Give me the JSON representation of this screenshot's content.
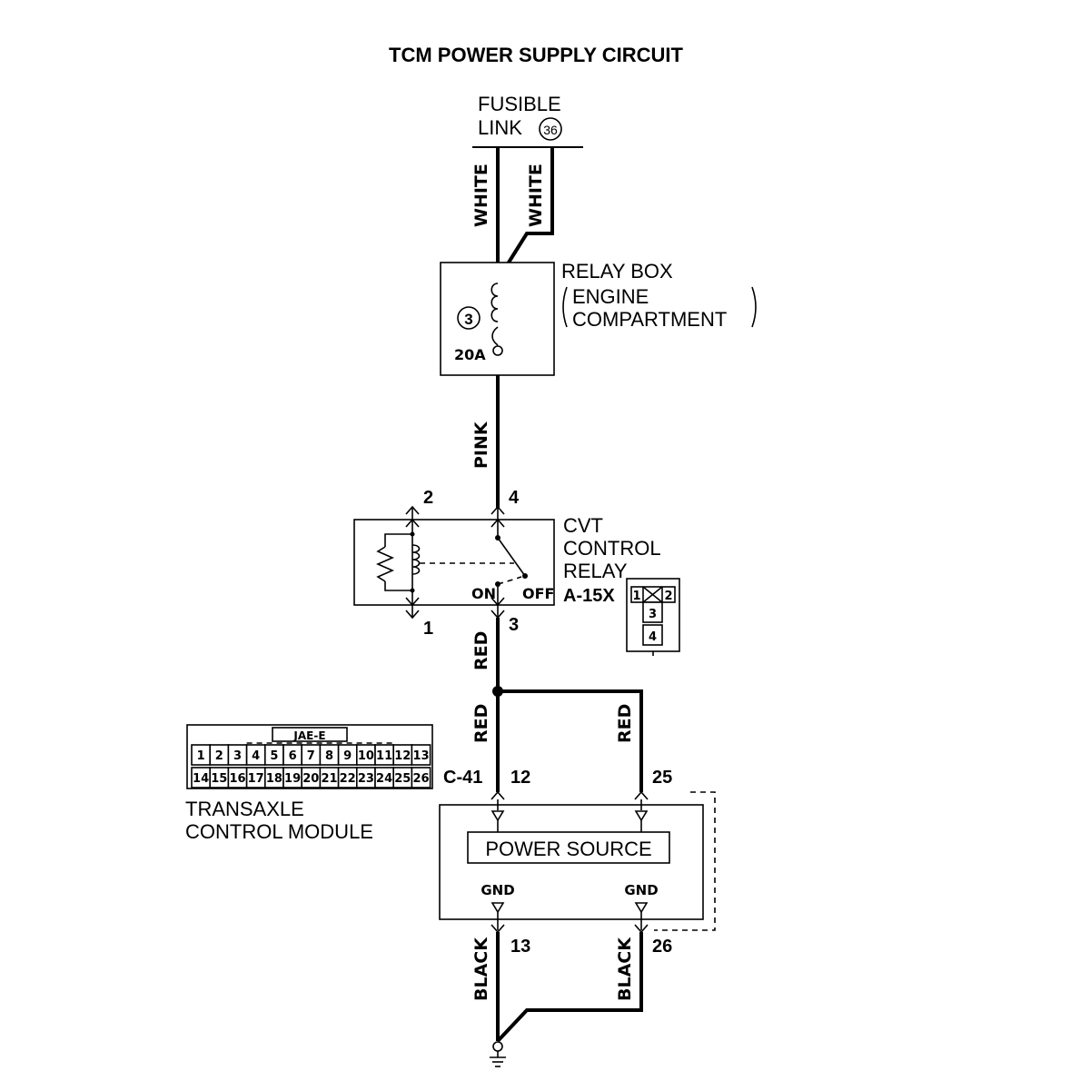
{
  "title": "TCM POWER SUPPLY CIRCUIT",
  "fusible_link": {
    "line1": "FUSIBLE",
    "line2": "LINK",
    "number": "36"
  },
  "wires": {
    "white_left": "WHITE",
    "white_right": "WHITE",
    "pink": "PINK",
    "red_main": "RED",
    "red_left": "RED",
    "red_right": "RED",
    "black_left": "BLACK",
    "black_right": "BLACK"
  },
  "relay_box": {
    "line1": "RELAY BOX",
    "line2": "ENGINE",
    "line3": "COMPARTMENT",
    "fuse_number": "3",
    "fuse_rating": "20A"
  },
  "cvt_relay": {
    "line1": "CVT",
    "line2": "CONTROL",
    "line3": "RELAY",
    "connector": "A-15X",
    "pin_2": "2",
    "pin_4": "4",
    "pin_1": "1",
    "pin_3": "3",
    "on": "ON",
    "off": "OFF",
    "conn_cells": [
      "1",
      "2",
      "3",
      "4"
    ]
  },
  "tcm": {
    "connector_id": "C-41",
    "connector_type": "JAE-E",
    "pin_12": "12",
    "pin_25": "25",
    "pin_13": "13",
    "pin_26": "26",
    "power_source": "POWER SOURCE",
    "gnd_left": "GND",
    "gnd_right": "GND",
    "line1": "TRANSAXLE",
    "line2": "CONTROL MODULE",
    "conn_row1": [
      "1",
      "2",
      "3",
      "4",
      "5",
      "6",
      "7",
      "8",
      "9",
      "10",
      "11",
      "12",
      "13"
    ],
    "conn_row2": [
      "14",
      "15",
      "16",
      "17",
      "18",
      "19",
      "20",
      "21",
      "22",
      "23",
      "24",
      "25",
      "26"
    ]
  }
}
